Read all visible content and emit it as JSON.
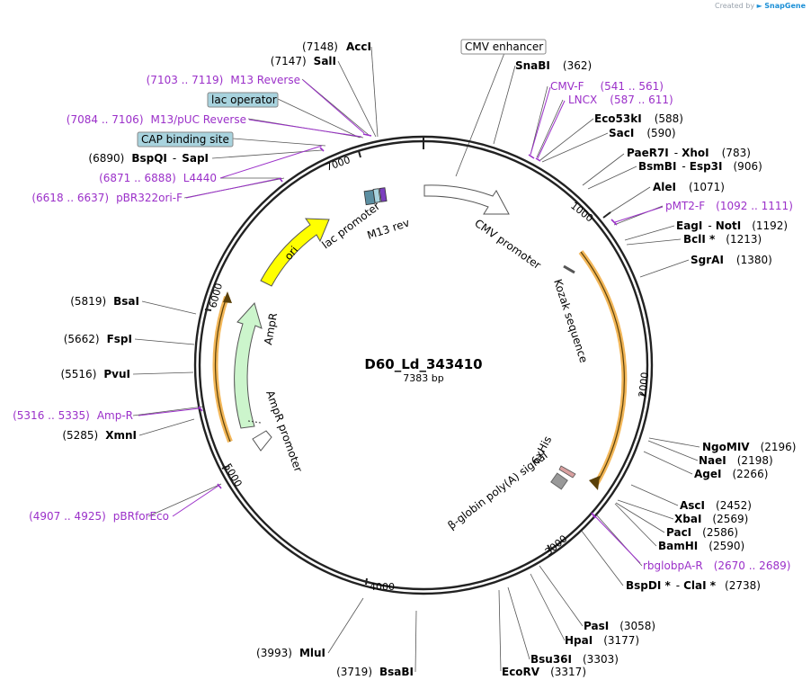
{
  "credit": {
    "prefix": "Created by",
    "brand": "SnapGene"
  },
  "plasmid": {
    "name": "D60_Ld_343410",
    "length": "7383 bp"
  },
  "ticks": [
    "1000",
    "2000",
    "3000",
    "4000",
    "5000",
    "6000",
    "7000"
  ],
  "enzymes": [
    {
      "id": "AccI",
      "name": "AccI",
      "pos": "(7148)",
      "side": "L"
    },
    {
      "id": "SalI",
      "name": "SalI",
      "pos": "(7147)",
      "side": "L"
    },
    {
      "id": "SnaBI",
      "name": "SnaBI",
      "pos": "(362)",
      "side": "R"
    },
    {
      "id": "Eco53kI",
      "name": "Eco53kI",
      "pos": "(588)",
      "side": "R"
    },
    {
      "id": "SacI",
      "name": "SacI",
      "pos": "(590)",
      "side": "R"
    },
    {
      "id": "PaeR7I",
      "name": "PaeR7I",
      "name2": "XhoI",
      "pos": "(783)",
      "side": "R"
    },
    {
      "id": "BsmBI",
      "name": "BsmBI",
      "name2": "Esp3I",
      "pos": "(906)",
      "side": "R"
    },
    {
      "id": "AleI",
      "name": "AleI",
      "pos": "(1071)",
      "side": "R"
    },
    {
      "id": "EagI",
      "name": "EagI",
      "name2": "NotI",
      "pos": "(1192)",
      "side": "R"
    },
    {
      "id": "BclI",
      "name": "BclI *",
      "pos": "(1213)",
      "side": "R"
    },
    {
      "id": "SgrAI",
      "name": "SgrAI",
      "pos": "(1380)",
      "side": "R"
    },
    {
      "id": "NgoMIV",
      "name": "NgoMIV",
      "pos": "(2196)",
      "side": "R"
    },
    {
      "id": "NaeI",
      "name": "NaeI",
      "pos": "(2198)",
      "side": "R"
    },
    {
      "id": "AgeI",
      "name": "AgeI",
      "pos": "(2266)",
      "side": "R"
    },
    {
      "id": "AscI",
      "name": "AscI",
      "pos": "(2452)",
      "side": "R"
    },
    {
      "id": "XbaI",
      "name": "XbaI",
      "pos": "(2569)",
      "side": "R"
    },
    {
      "id": "PacI",
      "name": "PacI",
      "pos": "(2586)",
      "side": "R"
    },
    {
      "id": "BamHI",
      "name": "BamHI",
      "pos": "(2590)",
      "side": "R"
    },
    {
      "id": "BspDI",
      "name": "BspDI *",
      "name2": "ClaI *",
      "pos": "(2738)",
      "side": "R"
    },
    {
      "id": "PasI",
      "name": "PasI",
      "pos": "(3058)",
      "side": "R"
    },
    {
      "id": "HpaI",
      "name": "HpaI",
      "pos": "(3177)",
      "side": "R"
    },
    {
      "id": "Bsu36I",
      "name": "Bsu36I",
      "pos": "(3303)",
      "side": "R"
    },
    {
      "id": "EcoRV",
      "name": "EcoRV",
      "pos": "(3317)",
      "side": "R"
    },
    {
      "id": "BsaBI",
      "name": "BsaBI",
      "pos": "(3719)",
      "side": "L"
    },
    {
      "id": "MluI",
      "name": "MluI",
      "pos": "(3993)",
      "side": "L"
    },
    {
      "id": "XmnI",
      "name": "XmnI",
      "pos": "(5285)",
      "side": "L"
    },
    {
      "id": "PvuI",
      "name": "PvuI",
      "pos": "(5516)",
      "side": "L"
    },
    {
      "id": "FspI",
      "name": "FspI",
      "pos": "(5662)",
      "side": "L"
    },
    {
      "id": "BsaI",
      "name": "BsaI",
      "pos": "(5819)",
      "side": "L"
    },
    {
      "id": "BspQI",
      "name": "BspQI",
      "name2": "SapI",
      "pos": "(6890)",
      "side": "L"
    }
  ],
  "primers": [
    {
      "id": "M13Rev",
      "name": "M13 Reverse",
      "pos": "(7103 .. 7119)",
      "side": "L"
    },
    {
      "id": "M13pUC",
      "name": "M13/pUC Reverse",
      "pos": "(7084 .. 7106)",
      "side": "L"
    },
    {
      "id": "L4440",
      "name": "L4440",
      "pos": "(6871 .. 6888)",
      "side": "L"
    },
    {
      "id": "pBR322ori",
      "name": "pBR322ori-F",
      "pos": "(6618 .. 6637)",
      "side": "L"
    },
    {
      "id": "CMVF",
      "name": "CMV-F",
      "pos": "(541 .. 561)",
      "side": "R"
    },
    {
      "id": "LNCX",
      "name": "LNCX",
      "pos": "(587 .. 611)",
      "side": "R"
    },
    {
      "id": "pMT2F",
      "name": "pMT2-F",
      "pos": "(1092 .. 1111)",
      "side": "R"
    },
    {
      "id": "rbglobpA",
      "name": "rbglobpA-R",
      "pos": "(2670 .. 2689)",
      "side": "R"
    },
    {
      "id": "AmpR",
      "name": "Amp-R",
      "pos": "(5316 .. 5335)",
      "side": "L"
    },
    {
      "id": "pBRforEco",
      "name": "pBRforEco",
      "pos": "(4907 .. 4925)",
      "side": "L"
    }
  ],
  "boxed": [
    {
      "id": "lacop",
      "label": "lac operator",
      "fill": "#a8d3de"
    },
    {
      "id": "cap",
      "label": "CAP binding site",
      "fill": "#a8d3de"
    },
    {
      "id": "cmvenh",
      "label": "CMV enhancer",
      "fill": "#ffffff"
    }
  ],
  "features": {
    "cmv_promoter": "CMV promoter",
    "kozak": "Kozak sequence",
    "sixhis": "6xHis",
    "polya": "β-globin poly(A) signal",
    "ori": "ori",
    "ampr": "AmpR",
    "ampr_promoter": "AmpR promoter",
    "lac_promoter": "lac promoter",
    "m13rev": "M13 rev"
  },
  "colors": {
    "primer": "#9b30c9",
    "orf": "#f0a93b",
    "ori": "#ffff00",
    "ampr": "#ccf5cc",
    "backbone": "#000000"
  }
}
